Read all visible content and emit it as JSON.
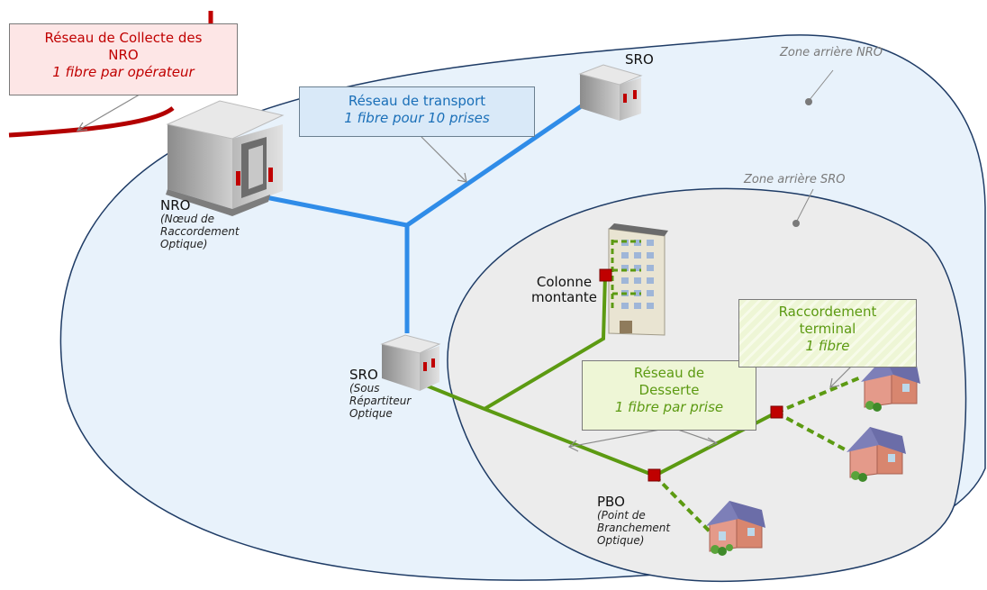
{
  "callouts": {
    "collecte": {
      "line1": "Réseau de Collecte des",
      "line2": "NRO",
      "line3": "1 fibre par opérateur"
    },
    "transport": {
      "line1": "Réseau de transport",
      "line2": "1 fibre pour 10 prises"
    },
    "desserte": {
      "line1": "Réseau de",
      "line2": "Desserte",
      "line3": "1 fibre par prise"
    },
    "raccordement": {
      "line1": "Raccordement",
      "line2": "terminal",
      "line3": "1 fibre"
    }
  },
  "zones": {
    "nro": "Zone arrière NRO",
    "sro": "Zone arrière SRO"
  },
  "nodes": {
    "nro": {
      "name": "NRO",
      "desc1": "(Nœud de",
      "desc2": "Raccordement",
      "desc3": "Optique)"
    },
    "sro_top": {
      "name": "SRO"
    },
    "sro": {
      "name": "SRO",
      "desc1": "(Sous",
      "desc2": "Répartiteur",
      "desc3": "Optique"
    },
    "pbo": {
      "name": "PBO",
      "desc1": "(Point de",
      "desc2": "Branchement",
      "desc3": "Optique)"
    },
    "colonne": {
      "line1": "Colonne",
      "line2": "montante"
    }
  },
  "colors": {
    "collecte": "#c00000",
    "transport": "#2f8ce8",
    "desserte": "#5c9a12",
    "connector": "#c00000",
    "zone_nro_fill": "#e8f2fb",
    "zone_sro_fill": "#ececec",
    "outline": "#1f3c66"
  }
}
